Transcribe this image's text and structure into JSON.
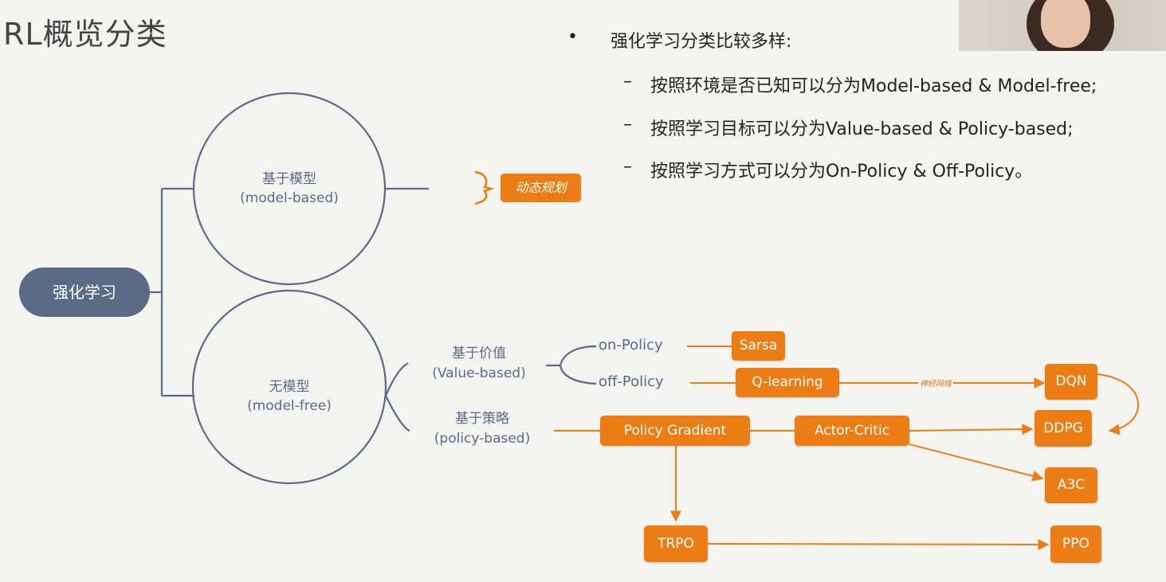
{
  "page": {
    "title": "RL概览分类"
  },
  "bullets": {
    "heading": "强化学习分类比较多样:",
    "marker": "•",
    "dash": "–",
    "items": [
      "按照环境是否已知可以分为Model-based & Model-free;",
      "按照学习目标可以分为Value-based & Policy-based;",
      "按照学习方式可以分为On-Policy & Off-Policy。"
    ]
  },
  "diagram": {
    "root": "强化学习",
    "model_based": {
      "cn": "基于模型",
      "en": "(model-based)"
    },
    "model_free": {
      "cn": "无模型",
      "en": "(model-free)"
    },
    "value_based": {
      "cn": "基于价值",
      "en": "(Value-based)"
    },
    "policy_based": {
      "cn": "基于策略",
      "en": "(policy-based)"
    },
    "on_policy": "on-Policy",
    "off_policy": "off-Policy",
    "dynamic_programming": "动态规划",
    "neural_net_label": "神经网络",
    "algorithms": {
      "sarsa": "Sarsa",
      "q_learning": "Q-learning",
      "dqn": "DQN",
      "ddpg": "DDPG",
      "a3c": "A3C",
      "policy_gradient": "Policy Gradient",
      "actor_critic": "Actor-Critic",
      "trpo": "TRPO",
      "ppo": "PPO"
    }
  },
  "colors": {
    "accent": "#ec7c14",
    "node": "#5b6b86",
    "line": "#5a6a88"
  }
}
